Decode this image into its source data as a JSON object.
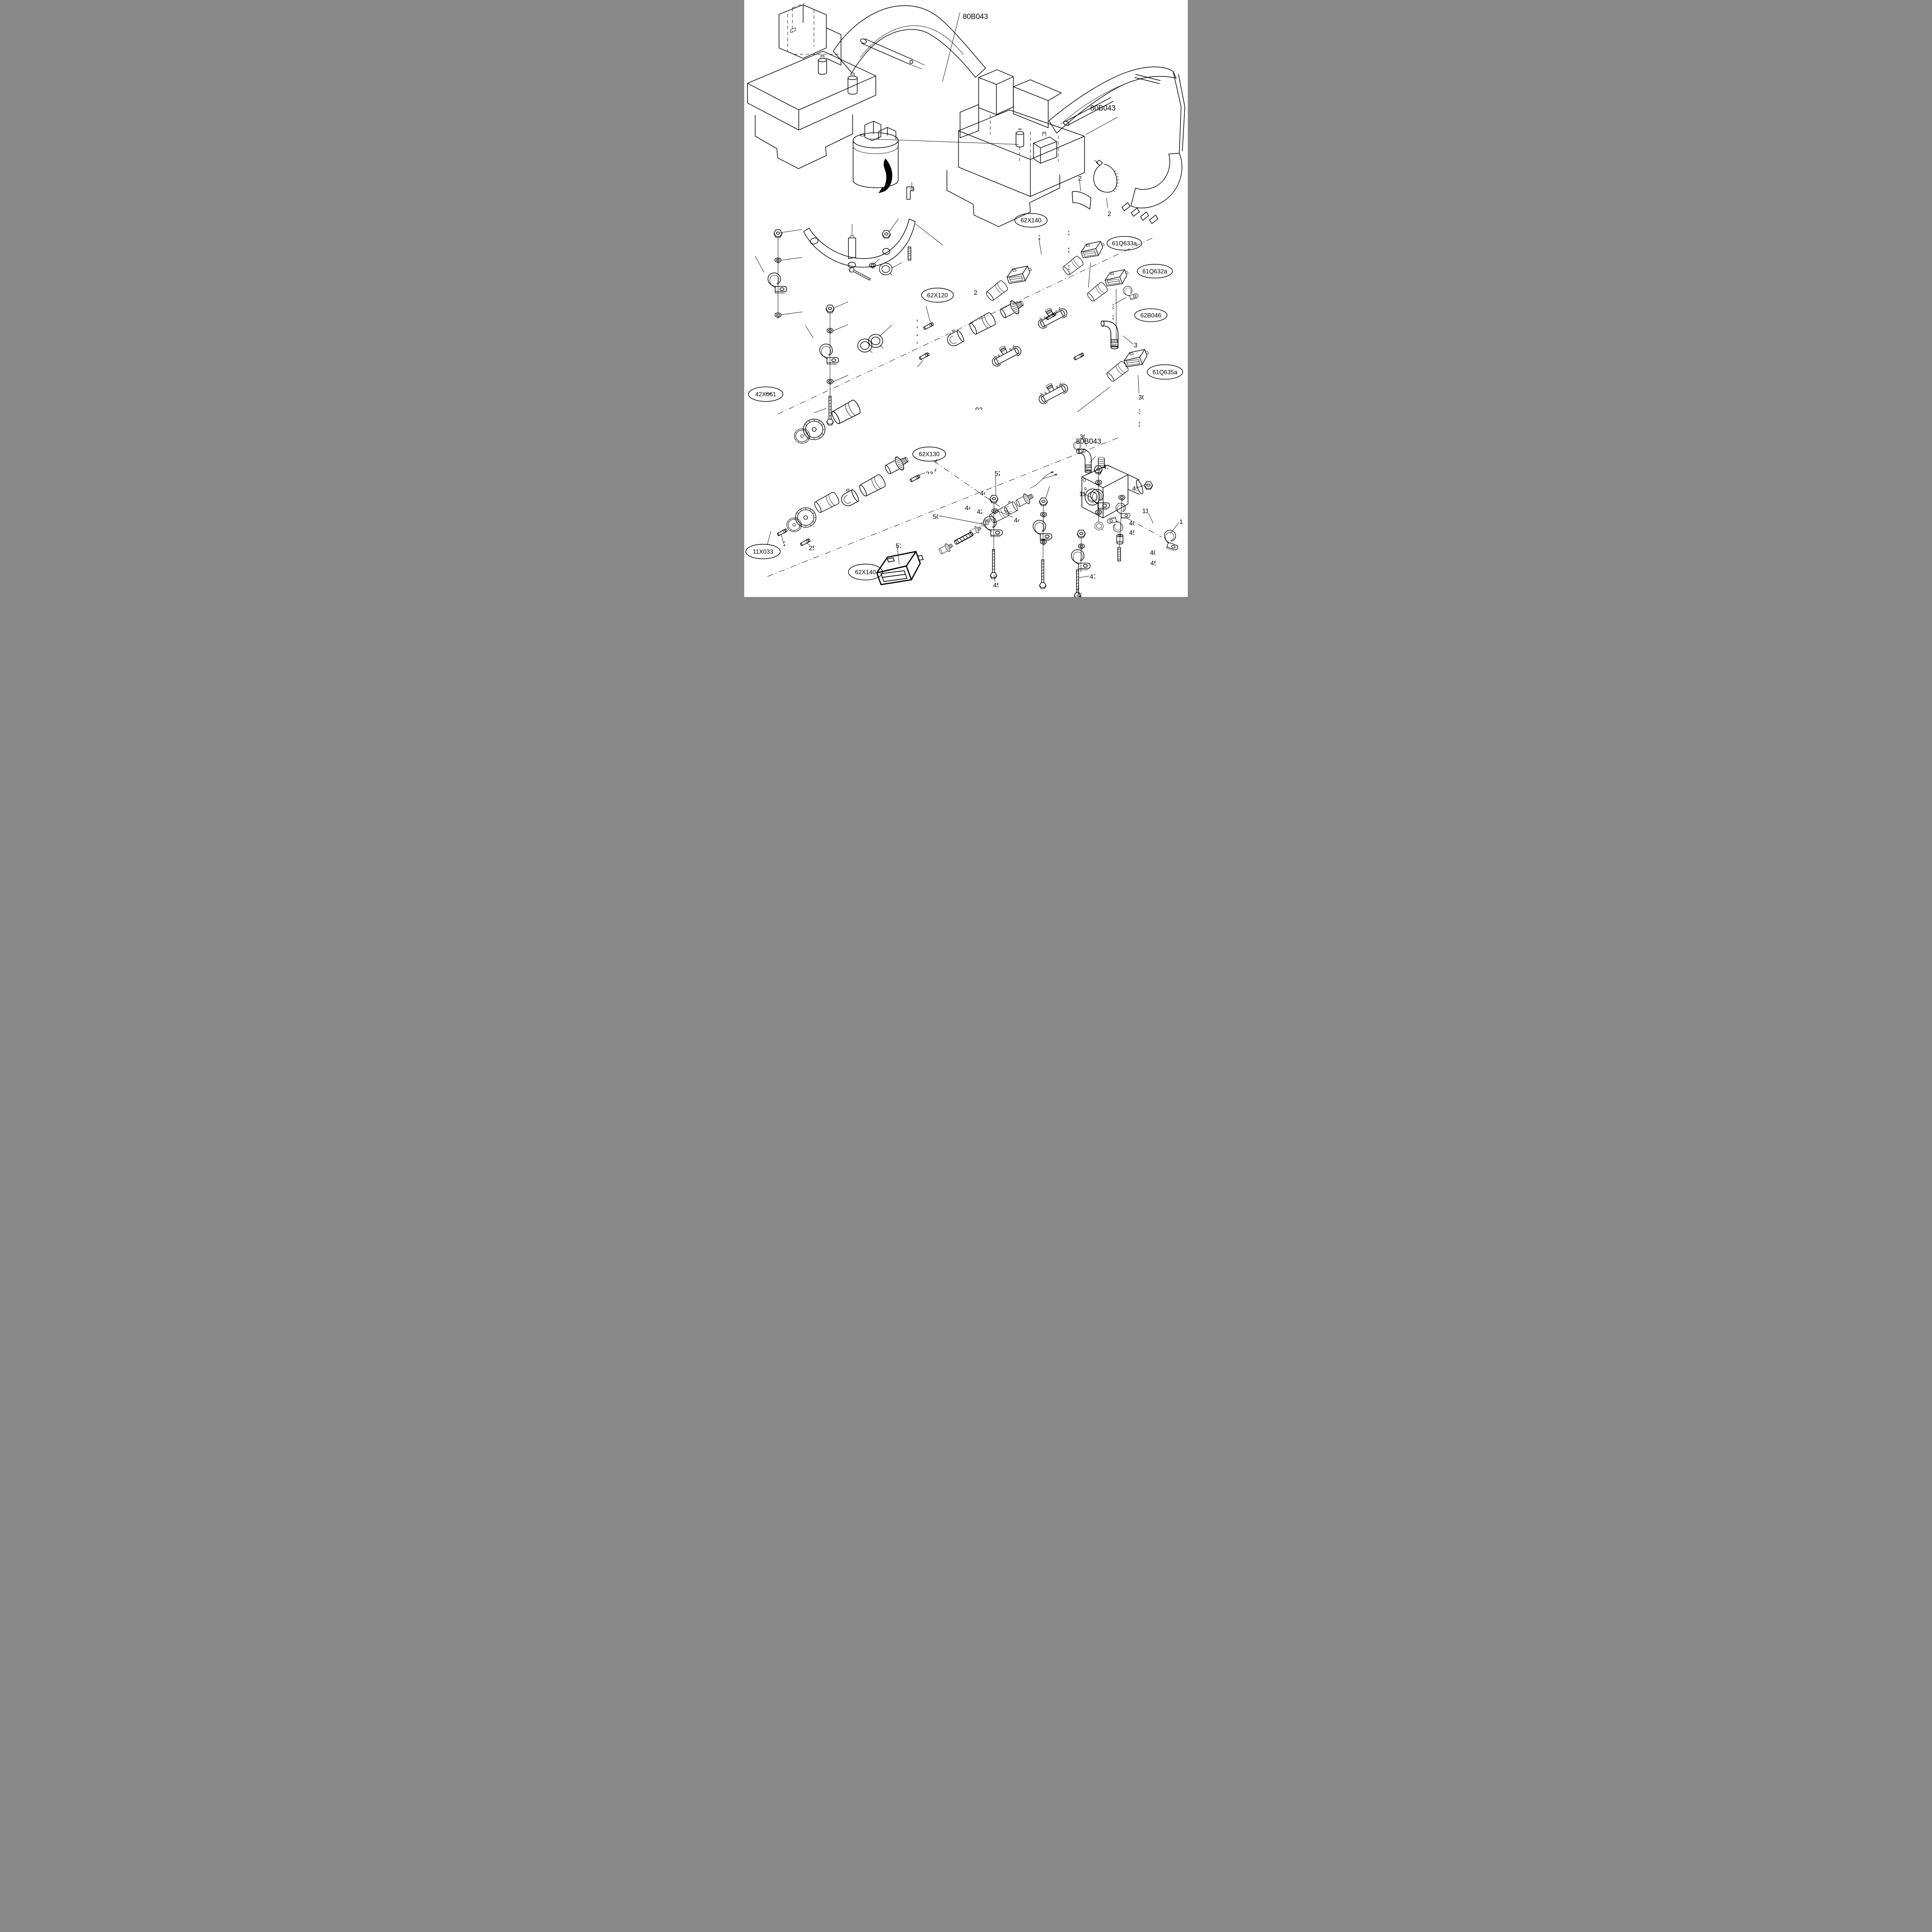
{
  "page": {
    "type": "parts-catalog-exploded-diagram",
    "subject": "excavator attachment piping and electrical fitting parts",
    "background_color": "#ffffff",
    "ink_color": "#000000"
  },
  "plain_labels": [
    {
      "id": "assembly-ref-top",
      "text": "80B043"
    },
    {
      "id": "assembly-ref-right",
      "text": "80B043"
    },
    {
      "id": "assembly-ref-bottom",
      "text": "80B043"
    }
  ],
  "callouts": [
    {
      "id": "group-62X140-mid",
      "text": "62X140"
    },
    {
      "id": "group-61Q633a",
      "text": "61Q633a"
    },
    {
      "id": "group-61Q632a",
      "text": "61Q632a"
    },
    {
      "id": "group-62B046",
      "text": "62B046"
    },
    {
      "id": "group-61Q635a",
      "text": "61Q635a"
    },
    {
      "id": "group-62X120",
      "text": "62X120"
    },
    {
      "id": "group-42X061",
      "text": "42X061"
    },
    {
      "id": "group-62X130",
      "text": "62X130"
    },
    {
      "id": "group-11X033",
      "text": "11X033"
    },
    {
      "id": "group-62X140-bottom",
      "text": "62X140"
    }
  ],
  "fragments": [
    {
      "text": "2"
    },
    {
      "text": "2"
    },
    {
      "text": "3"
    },
    {
      "text": "3"
    },
    {
      "text": "3"
    },
    {
      "text": "2"
    },
    {
      "text": "2"
    },
    {
      "text": "4"
    },
    {
      "text": "4"
    },
    {
      "text": "4"
    },
    {
      "text": "4"
    },
    {
      "text": "3"
    },
    {
      "text": "3"
    },
    {
      "text": "3"
    },
    {
      "text": "30"
    },
    {
      "text": "3"
    },
    {
      "text": "3"
    },
    {
      "text": "22"
    },
    {
      "text": "02"
    },
    {
      "text": "30"
    },
    {
      "text": "23"
    },
    {
      "text": "4"
    },
    {
      "text": "4"
    },
    {
      "text": "41"
    },
    {
      "text": "11"
    },
    {
      "text": "41"
    },
    {
      "text": "2"
    },
    {
      "text": "25"
    },
    {
      "text": "40"
    },
    {
      "text": "45"
    },
    {
      "text": "11"
    },
    {
      "text": "1"
    },
    {
      "text": "40"
    },
    {
      "text": "45"
    },
    {
      "text": "45"
    },
    {
      "text": "52"
    },
    {
      "text": "50"
    },
    {
      "text": "51"
    },
    {
      "text": "44"
    },
    {
      "text": "44"
    },
    {
      "text": "44"
    },
    {
      "text": "42"
    },
    {
      "text": "47"
    },
    {
      "text": "43"
    }
  ]
}
